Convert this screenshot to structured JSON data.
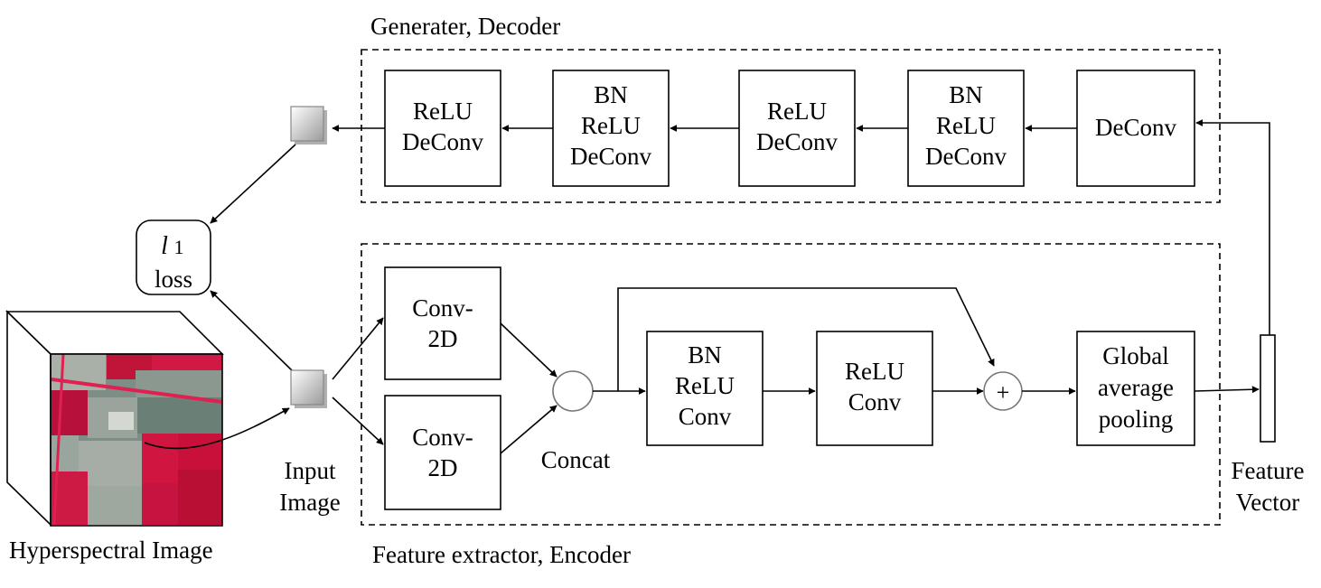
{
  "decoder": {
    "title": "Generater, Decoder",
    "blocks": [
      [
        "ReLU",
        "DeConv"
      ],
      [
        "BN",
        "ReLU",
        "DeConv"
      ],
      [
        "ReLU",
        "DeConv"
      ],
      [
        "BN",
        "ReLU",
        "DeConv"
      ],
      [
        "DeConv"
      ]
    ]
  },
  "encoder": {
    "title": "Feature extractor, Encoder",
    "conv_top": [
      "Conv-",
      "2D"
    ],
    "conv_bottom": [
      "Conv-",
      "2D"
    ],
    "concat_label": "Concat",
    "bn_block": [
      "BN",
      "ReLU",
      "Conv"
    ],
    "relu_block": [
      "ReLU",
      "Conv"
    ],
    "add_symbol": "+",
    "gap_block": [
      "Global",
      "average",
      "pooling"
    ]
  },
  "loss": {
    "symbol": "l",
    "subscript": "1",
    "word": "loss"
  },
  "input": {
    "line1": "Input",
    "line2": "Image"
  },
  "feature_vector": {
    "line1": "Feature",
    "line2": "Vector"
  },
  "hsi_caption": "Hyperspectral Image",
  "colors": {
    "stroke": "#000000",
    "node_stroke": "#777777",
    "cube_gray": "#c8c8c8",
    "hsi_red": "#c8103a",
    "hsi_gray": "#6f8a80"
  }
}
